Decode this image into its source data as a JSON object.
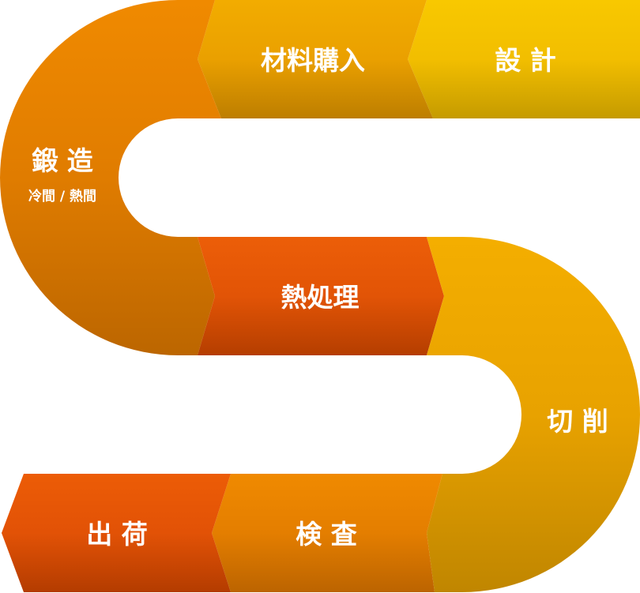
{
  "steps": {
    "design": {
      "label": "設 計"
    },
    "material": {
      "label": "材料購入"
    },
    "forging": {
      "label": "鍛 造",
      "sublabel": "冷間 / 熱間"
    },
    "heat_treatment": {
      "label": "熱処理"
    },
    "cutting": {
      "label": "切 削"
    },
    "inspection": {
      "label": "検 査"
    },
    "shipping": {
      "label": "出 荷"
    }
  },
  "colors": {
    "yellow": "#F6C400",
    "yellow_dark": "#C79A00",
    "amber": "#F2A600",
    "amber_dark": "#C28500",
    "orange": "#EE8A00",
    "orange_dark": "#BE6A00",
    "red_orange": "#EB5A06",
    "red_orange_dark": "#B83E00"
  }
}
